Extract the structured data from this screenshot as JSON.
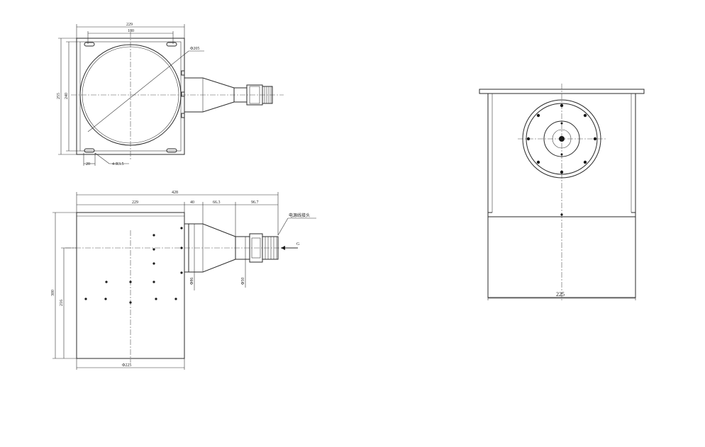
{
  "top_view": {
    "dims": {
      "overall_width": "229",
      "bolt_spacing": "180",
      "diameter": "Φ205",
      "overall_height": "255",
      "inner_height": "240",
      "slot_offset": "20",
      "hole_callout": "4-R3.5"
    }
  },
  "side_view": {
    "dims": {
      "total_length": "428",
      "box_width": "229",
      "seg_a": "40",
      "seg_b": "66.3",
      "seg_c": "96.7",
      "height": "300",
      "inner_height": "216",
      "base_diameter": "Φ225",
      "cone_diameter": "Φ86",
      "neck_diameter": "Φ50",
      "power_label": "电源线接头",
      "arrow_label": "G"
    }
  },
  "end_view": {
    "dims": {
      "width": "225"
    }
  }
}
